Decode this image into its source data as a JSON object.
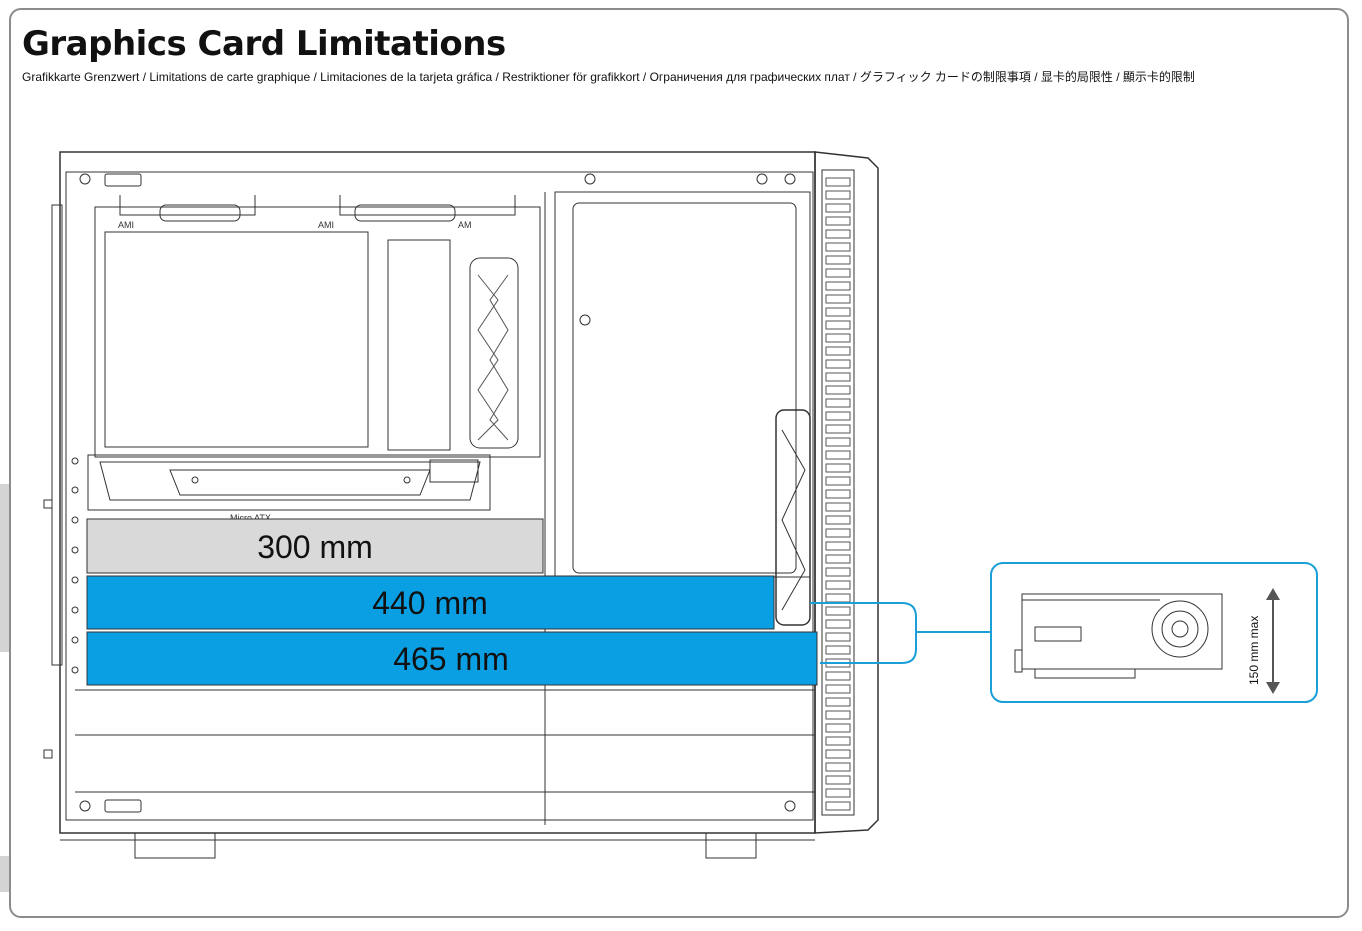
{
  "title": "Graphics Card Limitations",
  "subtitle": "Grafikkarte Grenzwert / Limitations de carte graphique / Limitaciones de la tarjeta gráfica / Restriktioner för grafikkort / Ограничения для графических плат / グラフィック カードの制限事項 / 显卡的局限性 / 顯示卡的限制",
  "chassis_labels": {
    "ami_left": "AMI",
    "ami_mid": "AMI",
    "am_right": "AM",
    "micro_atx": "Micro ATX"
  },
  "gpu_lengths": [
    {
      "label": "300 mm",
      "fill": "#d9d9d9",
      "text_color": "#111111"
    },
    {
      "label": "440 mm",
      "fill": "#0a9fe3",
      "text_color": "#ffffff"
    },
    {
      "label": "465 mm",
      "fill": "#0a9fe3",
      "text_color": "#ffffff"
    }
  ],
  "height_callout": {
    "label": "150 mm max"
  },
  "colors": {
    "accent": "#1a9fd8",
    "frame": "#8c8c8c"
  }
}
